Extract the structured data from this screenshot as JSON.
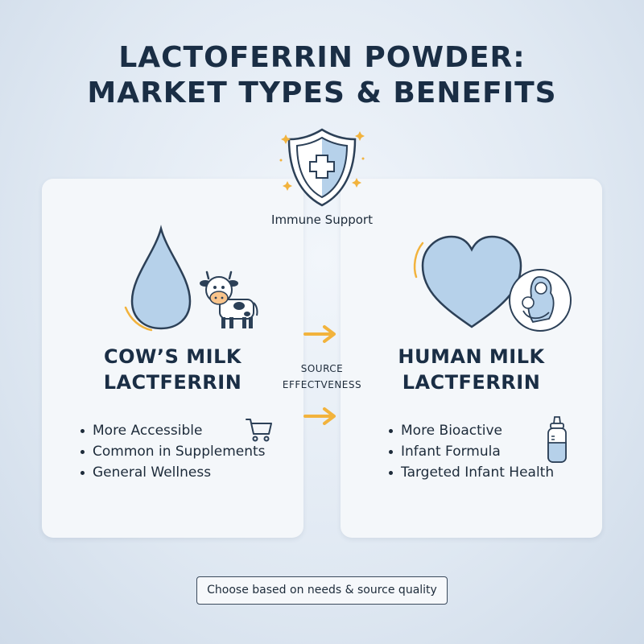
{
  "title": {
    "line1": "LACTOFERRIN POWDER:",
    "line2": "MARKET TYPES & BENEFITS"
  },
  "center": {
    "immune_label": "Immune Support",
    "source_line1": "SOURCE",
    "source_line2": "EFFECTVENESS"
  },
  "left_card": {
    "title_line1": "COW’S MILK",
    "title_line2": "LACTFERRIN",
    "bullets": [
      "More Accessible",
      "Common in Supplements",
      "General Wellness"
    ]
  },
  "right_card": {
    "title_line1": "HUMAN MILK",
    "title_line2": "LACTFERRIN",
    "bullets": [
      "More Bioactive",
      "Infant Formula",
      "Targeted Infant Health"
    ]
  },
  "footer": "Choose based on needs & source quality",
  "icons": {
    "shield": "shield-cross-icon",
    "drop": "milk-drop-icon",
    "cow": "cow-icon",
    "heart": "heart-icon",
    "mother": "mother-baby-icon",
    "cart": "shopping-cart-icon",
    "bottle": "baby-bottle-icon",
    "arrow": "arrow-right-icon"
  },
  "colors": {
    "accent_orange": "#f2b33d",
    "icon_blue": "#b6d1ea",
    "outline": "#2c4057"
  }
}
